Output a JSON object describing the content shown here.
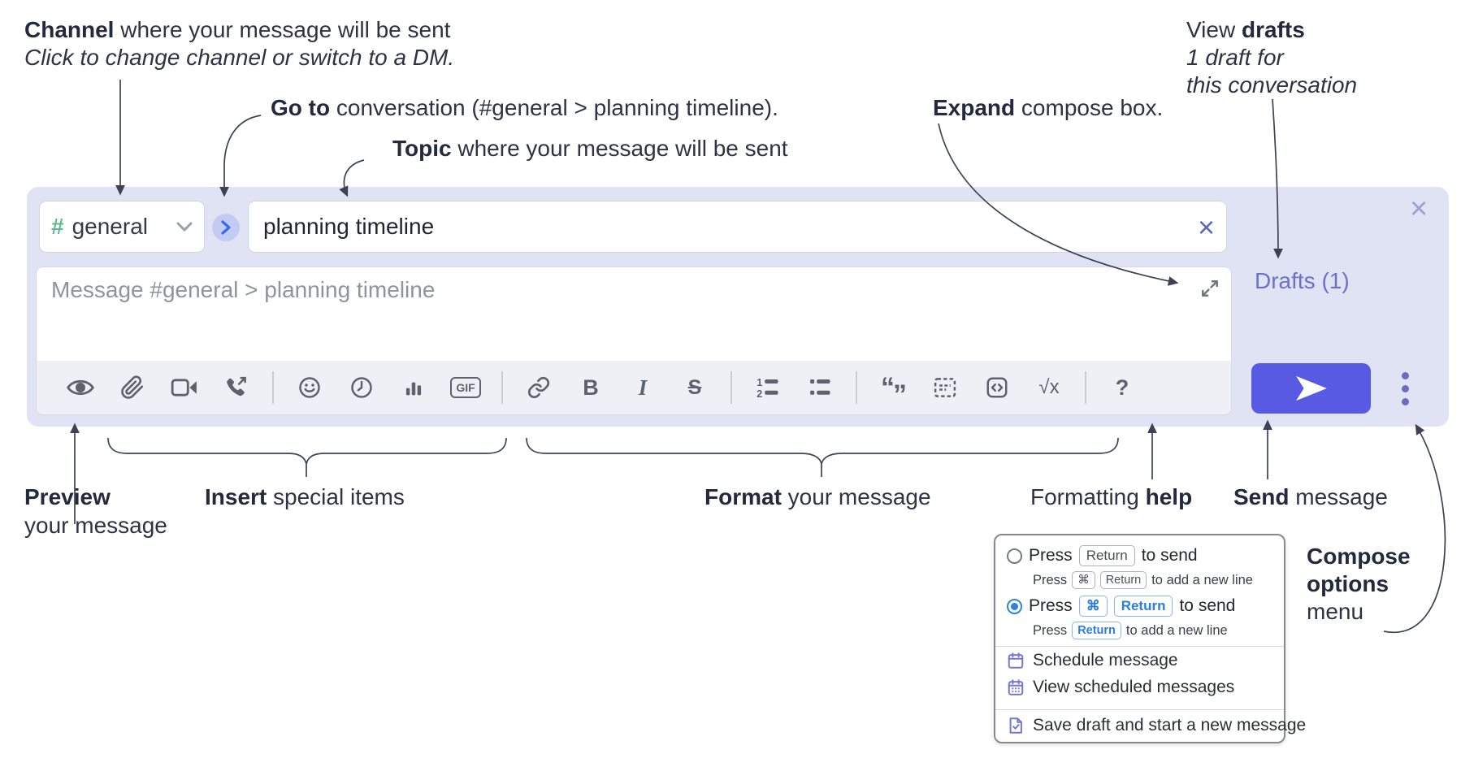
{
  "colors": {
    "accent_send": "#585ae4",
    "compose_background": "#e0e3f3",
    "drafts_link": "#6d70c9",
    "channel_hash_green": "#5fba8b",
    "radio_selected_blue": "#2f80e4",
    "menu_icon_indigo": "#7578d1",
    "key_chip_blue": "#2b7de0"
  },
  "annotations": {
    "channel_line1_bold": "Channel",
    "channel_line1_rest": " where your message will be sent",
    "channel_line2": "Click to change channel or switch to a DM.",
    "goto_bold": "Go to",
    "goto_rest": " conversation (#general > planning timeline).",
    "topic_bold": "Topic",
    "topic_rest": " where your message will be sent",
    "expand_bold": "Expand",
    "expand_rest": " compose box.",
    "drafts_line1_pre": "View ",
    "drafts_line1_bold": "drafts",
    "drafts_line2": "1 draft for",
    "drafts_line3": "this conversation",
    "preview_bold": "Preview",
    "preview_line2": "your message",
    "insert_bold": "Insert",
    "insert_rest": " special items",
    "format_bold": "Format",
    "format_rest": " your message",
    "help_pre": "Formatting ",
    "help_bold": "help",
    "send_bold": "Send",
    "send_rest": " message",
    "options_line1": "Compose",
    "options_line2": "options",
    "options_line3": "menu"
  },
  "compose": {
    "channel_hash": "#",
    "channel_name": "general",
    "topic_value": "planning timeline",
    "message_placeholder": "Message #general > planning timeline",
    "drafts_label": "Drafts (1)",
    "toolbar": {
      "gif": "GIF",
      "bold": "B",
      "italic": "I",
      "strike": "S",
      "math": "√x",
      "help": "?"
    }
  },
  "options_menu": {
    "opt1_press": "Press",
    "opt1_key": "Return",
    "opt1_suffix": "to send",
    "opt1_sub_press": "Press",
    "opt1_sub_key1": "⌘",
    "opt1_sub_key2": "Return",
    "opt1_sub_suffix": "to add a new line",
    "opt2_press": "Press",
    "opt2_key1": "⌘",
    "opt2_key2": "Return",
    "opt2_suffix": "to send",
    "opt2_sub_press": "Press",
    "opt2_sub_key": "Return",
    "opt2_sub_suffix": "to add a new line",
    "item_schedule": "Schedule message",
    "item_view_scheduled": "View scheduled messages",
    "item_save_draft": "Save draft and start a new message"
  }
}
